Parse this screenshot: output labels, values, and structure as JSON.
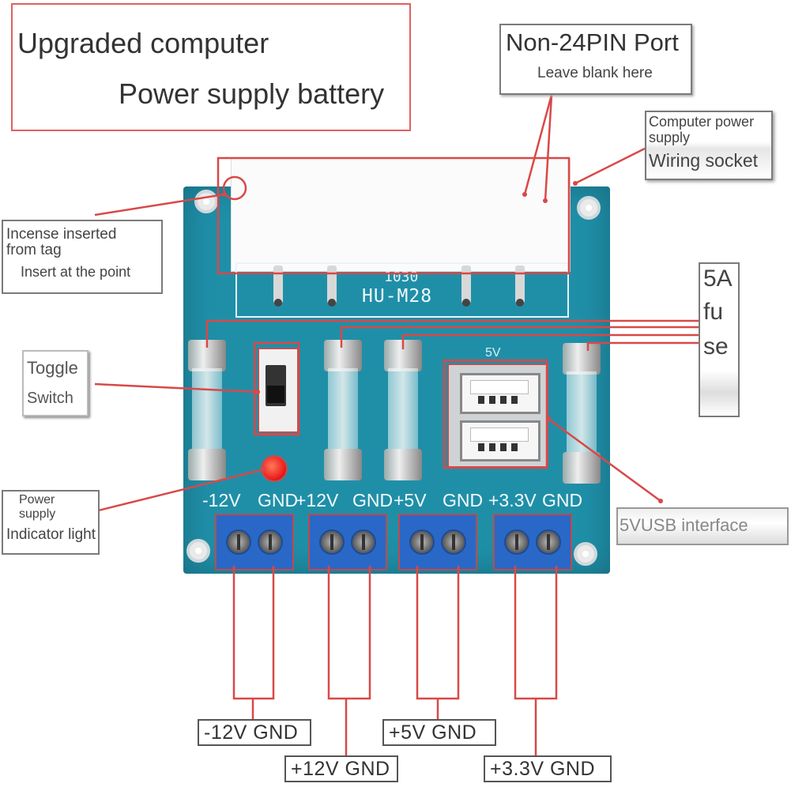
{
  "title": {
    "line1": "Upgraded computer",
    "line2": "Power supply battery"
  },
  "callouts": {
    "non24": {
      "title": "Non-24PIN Port",
      "sub": "Leave blank here"
    },
    "computer_power": {
      "line1": "Computer power",
      "line2": "supply",
      "line3": "Wiring socket"
    },
    "incense": {
      "line1": "Incense inserted",
      "line2": "from tag",
      "line3": "Insert at the point"
    },
    "fuse": {
      "line1": "5A",
      "line2": "fu",
      "line3": "se"
    },
    "toggle": {
      "line1": "Toggle",
      "line2": "Switch"
    },
    "indicator": {
      "line1": "Power",
      "line2": "supply",
      "line3": "Indicator light"
    },
    "usb": {
      "label": "5VUSB interface"
    }
  },
  "board": {
    "model_code": "1030",
    "model_name": "HU-M28",
    "usb_silk": "5V",
    "voltage_labels": [
      "-12V",
      "GND",
      "+12V",
      "GND",
      "+5V",
      "GND",
      "+3.3V",
      "GND"
    ]
  },
  "outputs": [
    {
      "label": "-12V GND"
    },
    {
      "label": "+12V GND"
    },
    {
      "label": "+5V GND"
    },
    {
      "label": "+3.3V GND"
    }
  ],
  "colors": {
    "board": "#1f8fa8",
    "callout_line": "#d94848",
    "terminal": "#2a68c8"
  }
}
